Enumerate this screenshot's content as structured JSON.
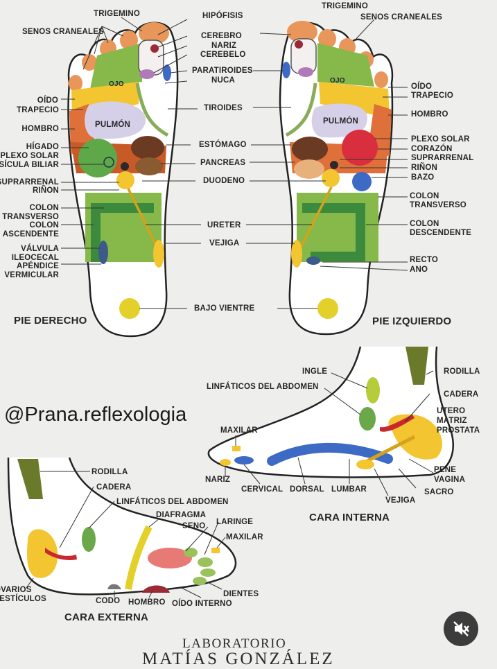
{
  "brand_handle": "@Prana.reflexologia",
  "lab_line1": "LABORATORIO",
  "lab_line2": "MATÍAS GONZÁLEZ",
  "mute_button_icon": "speaker-muted-icon",
  "titles": {
    "right_foot": "PIE DERECHO",
    "left_foot": "PIE IZQUIERDO",
    "inner_side": "CARA INTERNA",
    "outer_side": "CARA EXTERNA"
  },
  "right_foot_labels": {
    "trigemino": "TRIGEMINO",
    "senos": "SENOS CRANEALES",
    "ojo": "OJO",
    "oido": "OÍDO",
    "trapecio": "TRAPECIO",
    "hombro": "HOMBRO",
    "pulmon": "PULMÓN",
    "higado": "HÍGADO",
    "plexo": "PLEXO SOLAR",
    "vesicula": "VESÍCULA BILIAR",
    "suprarrenal": "SUPRARRENAL",
    "rinon": "RIÑON",
    "colon_t1": "COLON",
    "colon_t2": "TRANSVERSO",
    "colon_a1": "COLON",
    "colon_a2": "ASCENDENTE",
    "valvula1": "VÁLVULA",
    "valvula2": "ILEOCECAL",
    "apendice1": "APÉNDICE",
    "apendice2": "VERMICULAR"
  },
  "center_labels": {
    "hipofisis": "HIPÓFISIS",
    "cerebro": "CEREBRO",
    "nariz": "NARIZ",
    "cerebelo": "CEREBELO",
    "paratiroides": "PARATIROIDES",
    "nuca": "NUCA",
    "tiroides": "TIROIDES",
    "estomago": "ESTÓMAGO",
    "pancreas": "PANCREAS",
    "duodeno": "DUODENO",
    "ureter": "URETER",
    "vejiga": "VEJIGA",
    "bajo_vientre": "BAJO VIENTRE"
  },
  "left_foot_labels": {
    "trigemino": "TRIGEMINO",
    "senos": "SENOS CRANEALES",
    "ojo": "OJO",
    "oido": "OÍDO",
    "trapecio": "TRAPECIO",
    "hombro": "HOMBRO",
    "pulmon": "PULMÓN",
    "plexo": "PLEXO SOLAR",
    "corazon": "CORAZÓN",
    "suprarrenal": "SUPRARRENAL",
    "rinon": "RIÑON",
    "bazo": "BAZO",
    "colon_t1": "COLON",
    "colon_t2": "TRANSVERSO",
    "colon_d1": "COLON",
    "colon_d2": "DESCENDENTE",
    "recto": "RECTO",
    "ano": "ANO"
  },
  "inner_labels": {
    "ingle": "INGLE",
    "linfaticos": "LINFÁTICOS DEL ABDOMEN",
    "rodilla": "RODILLA",
    "cadera": "CADERA",
    "utero1": "UTERO",
    "utero2": "MATRIZ",
    "utero3": "PROSTATA",
    "maxilar": "MAXILAR",
    "nariz": "NARIZ",
    "cervical": "CERVICAL",
    "dorsal": "DORSAL",
    "lumbar": "LUMBAR",
    "vejiga": "VEJIGA",
    "pene1": "PENE",
    "pene2": "VAGINA",
    "sacro": "SACRO"
  },
  "outer_labels": {
    "rodilla": "RODILLA",
    "cadera": "CADERA",
    "linfaticos": "LINFÁTICOS DEL ABDOMEN",
    "diafragma": "DIAFRAGMA",
    "seno": "SENO",
    "laringe": "LARINGE",
    "maxilar": "MAXILAR",
    "ovarios1": "OVARIOS",
    "ovarios2": "TESTÍCULOS",
    "codo": "CODO",
    "hombro": "HOMBRO",
    "oido": "OÍDO INTERNO",
    "dientes": "DIENTES"
  }
}
